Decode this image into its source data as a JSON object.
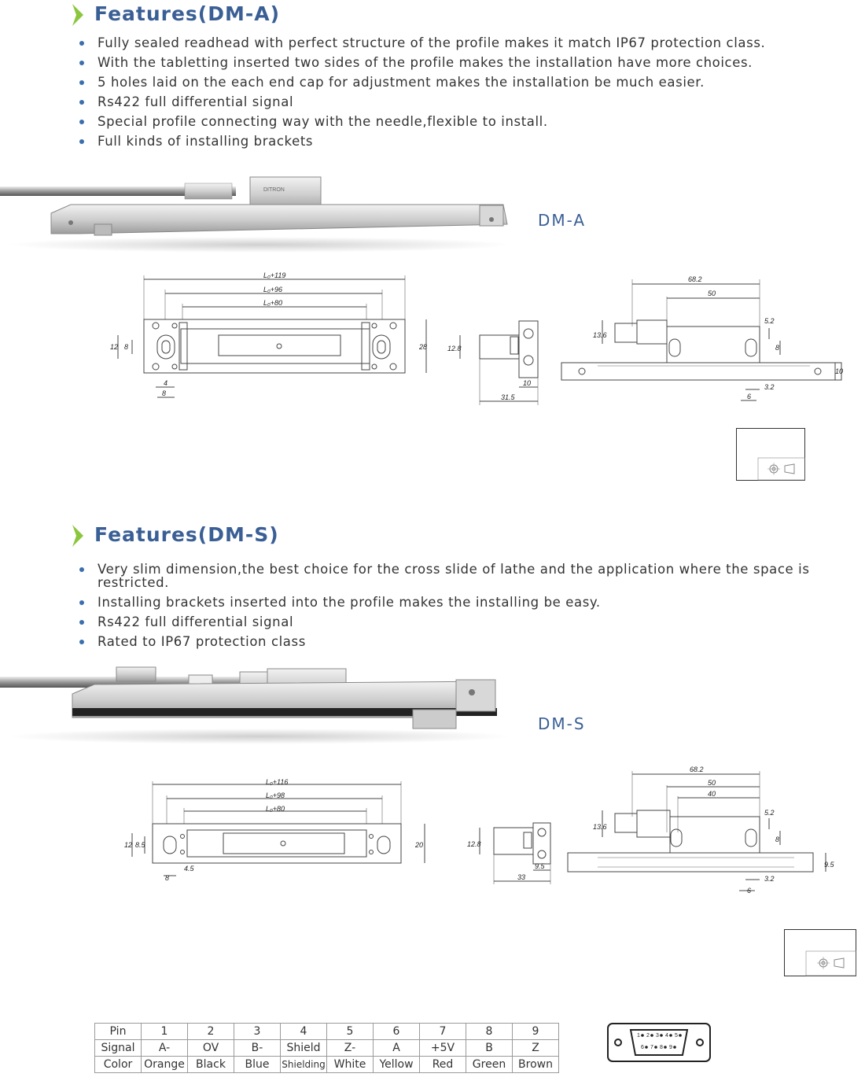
{
  "dma": {
    "title": "Features(DM-A)",
    "features": [
      "Fully sealed readhead with perfect structure of the profile makes it match IP67 protection class.",
      "With the tabletting inserted two sides of the profile makes the installation have more choices.",
      "5 holes laid on the each end cap for adjustment makes the installation be much easier.",
      "Rs422 full differential signal",
      "Special profile connecting way with the needle,flexible to install.",
      "Full kinds of installing brackets"
    ],
    "model_label": "DM-A",
    "dims": {
      "l119": "L₀+119",
      "l96": "L₀+96",
      "l80": "L₀+80",
      "d12": "12",
      "d8": "8",
      "d28": "28",
      "d4": "4",
      "d8b": "8",
      "s128": "12.8",
      "s10": "10",
      "s315": "31.5",
      "r682": "68.2",
      "r50": "50",
      "r136": "13.6",
      "r52": "5.2",
      "r8": "8",
      "r10": "10",
      "r32": "3.2",
      "r6": "6"
    }
  },
  "dms": {
    "title": "Features(DM-S)",
    "features": [
      "Very slim dimension,the best choice for the cross slide of lathe and the application where the space is restricted.",
      "Installing brackets inserted into the profile makes the installing be easy.",
      "Rs422 full differential signal",
      "Rated to IP67 protection class"
    ],
    "model_label": "DM-S",
    "dims": {
      "l116": "L₀+116",
      "l98": "L₀+98",
      "l80": "L₀+80",
      "d12": "12",
      "d85": "8.5",
      "d20": "20",
      "d8": "8",
      "d45": "4.5",
      "s128": "12.8",
      "s95": "9.5",
      "s33": "33",
      "r682": "68.2",
      "r50": "50",
      "r40": "40",
      "r136": "13.6",
      "r52": "5.2",
      "r8": "8",
      "r95": "9.5",
      "r32": "3.2",
      "r6": "6"
    }
  },
  "pin_table": {
    "rows": [
      [
        "Pin",
        "1",
        "2",
        "3",
        "4",
        "5",
        "6",
        "7",
        "8",
        "9"
      ],
      [
        "Signal",
        "A-",
        "OV",
        "B-",
        "Shield",
        "Z-",
        "A",
        "+5V",
        "B",
        "Z"
      ],
      [
        "Color",
        "Orange",
        "Black",
        "Blue",
        "Shielding",
        "White",
        "Yellow",
        "Red",
        "Green",
        "Brown"
      ]
    ]
  },
  "connector": {
    "pins_top": [
      "1",
      "2",
      "3",
      "4",
      "5"
    ],
    "pins_bottom": [
      "6",
      "7",
      "8",
      "9"
    ]
  },
  "colors": {
    "title": "#3a5f95",
    "bullet": "#3a6fae",
    "chevron": "#8bc34a"
  }
}
